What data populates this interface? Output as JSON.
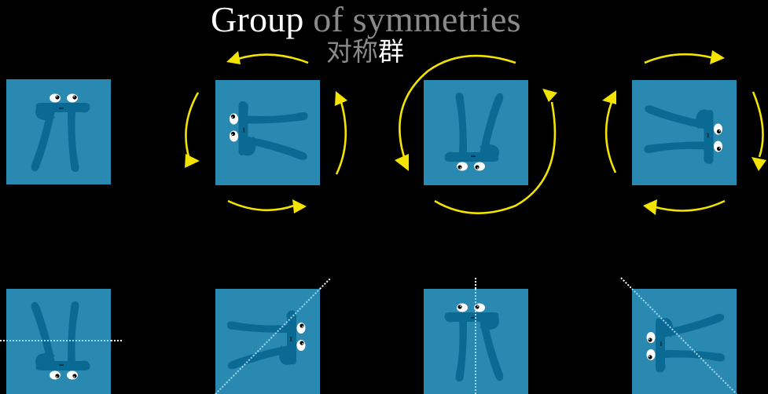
{
  "title": {
    "word_highlight": "Group",
    "rest": " of symmetries",
    "subtitle_gray": "对称",
    "subtitle_white": "群"
  },
  "colors": {
    "background": "#000000",
    "square": "#2a89b0",
    "pi_body": "#0b6a93",
    "arrow": "#f2e300",
    "title_highlight": "#ffffff",
    "title_dim": "#8a8a8a",
    "axis_in": "#9fd8f0",
    "axis_out": "#ffffff"
  },
  "rotations": [
    {
      "id": "identity",
      "angle_deg": 0,
      "arrows": "none"
    },
    {
      "id": "rotate-90-ccw",
      "angle_deg": 90,
      "arrows": "four-ccw"
    },
    {
      "id": "rotate-180",
      "angle_deg": 180,
      "arrows": "two-ccw"
    },
    {
      "id": "rotate-90-cw",
      "angle_deg": -90,
      "arrows": "four-cw"
    }
  ],
  "reflections": [
    {
      "id": "reflect-horizontal-axis",
      "axis": "horizontal"
    },
    {
      "id": "reflect-diagonal-axis",
      "axis": "diagonal"
    },
    {
      "id": "reflect-vertical-axis",
      "axis": "vertical"
    },
    {
      "id": "reflect-antidiagonal-axis",
      "axis": "anti-diagonal"
    }
  ]
}
